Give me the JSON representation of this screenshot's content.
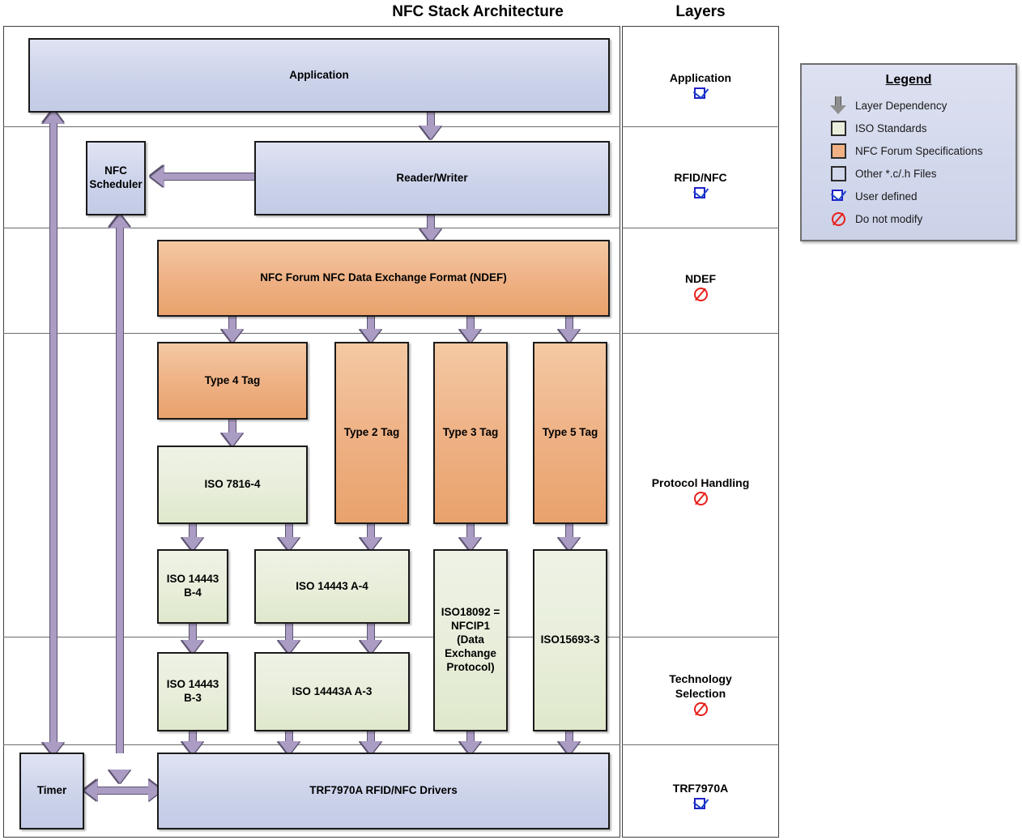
{
  "headers": {
    "diagram_title": "NFC Stack Architecture",
    "layers_title": "Layers"
  },
  "layers": [
    {
      "name": "Application",
      "mark": "user-defined"
    },
    {
      "name": "RFID/NFC",
      "mark": "user-defined"
    },
    {
      "name": "NDEF",
      "mark": "do-not-modify"
    },
    {
      "name": "Protocol Handling",
      "mark": "do-not-modify"
    },
    {
      "name": "Technology Selection",
      "mark": "do-not-modify"
    },
    {
      "name": "TRF7970A",
      "mark": "user-defined"
    }
  ],
  "blocks": {
    "application": "Application",
    "nfc_scheduler": "NFC\nScheduler",
    "nfc_scheduler_l1": "NFC",
    "nfc_scheduler_l2": "Scheduler",
    "reader_writer": "Reader/Writer",
    "ndef": "NFC Forum NFC Data Exchange Format (NDEF)",
    "type4": "Type 4 Tag",
    "type2": "Type 2 Tag",
    "type3": "Type 3 Tag",
    "type5": "Type 5 Tag",
    "iso7816_4": "ISO 7816-4",
    "iso14443_b4_l1": "ISO 14443",
    "iso14443_b4_l2": "B-4",
    "iso14443_a4": "ISO 14443 A-4",
    "iso18092_l1": "ISO18092 =",
    "iso18092_l2": "NFCIP1",
    "iso18092_l3": "(Data",
    "iso18092_l4": "Exchange",
    "iso18092_l5": "Protocol)",
    "iso15693_3": "ISO15693-3",
    "iso14443_b3_l1": "ISO 14443",
    "iso14443_b3_l2": "B-3",
    "iso14443a_a3": "ISO 14443A A-3",
    "timer": "Timer",
    "drivers": "TRF7970A RFID/NFC Drivers"
  },
  "legend": {
    "title": "Legend",
    "items": [
      {
        "label": "Layer Dependency",
        "icon": "down-arrow-icon"
      },
      {
        "label": "ISO Standards",
        "icon": "iso-swatch-icon"
      },
      {
        "label": "NFC Forum Specifications",
        "icon": "nfc-forum-swatch-icon"
      },
      {
        "label": "Other *.c/.h Files",
        "icon": "other-files-swatch-icon"
      },
      {
        "label": "User defined",
        "icon": "checkbox-checked-icon"
      },
      {
        "label": "Do not modify",
        "icon": "do-not-modify-icon"
      }
    ]
  },
  "colors": {
    "blue_fill": "#ccd3ea",
    "orange_fill": "#eeb083",
    "green_fill": "#e8eeda",
    "arrow_fill": "#ab9cc4",
    "arrow_stroke": "#5d5470",
    "check_blue": "#1b43c8",
    "forbid_red": "#e8201b"
  }
}
